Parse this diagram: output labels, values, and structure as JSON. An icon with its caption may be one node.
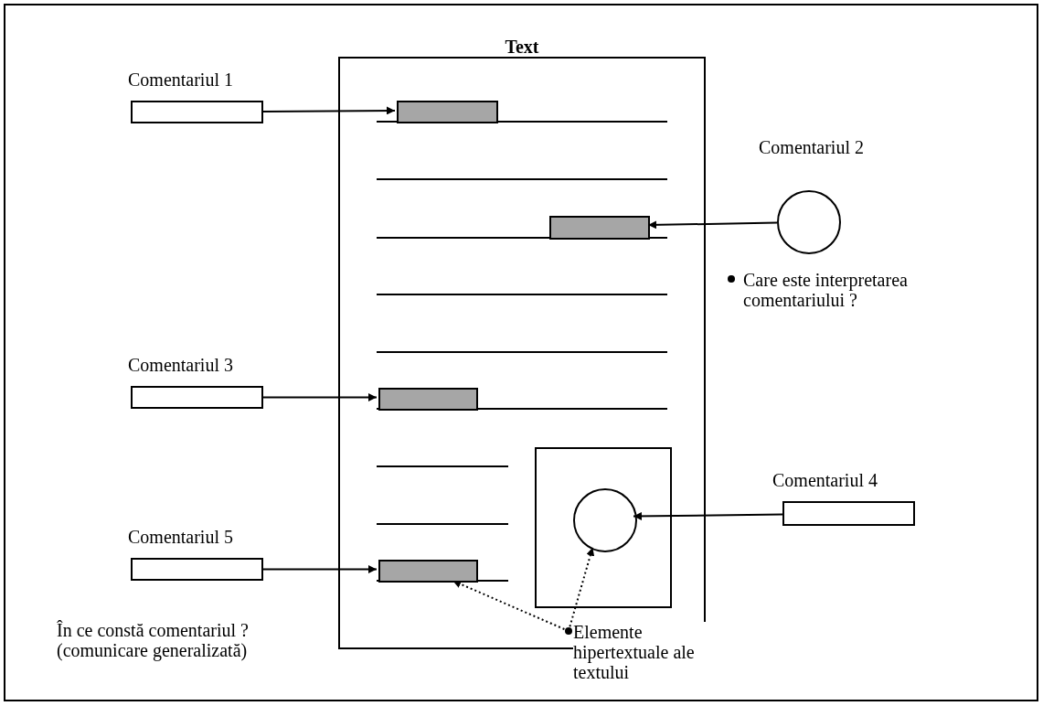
{
  "diagram": {
    "nodes": [
      {
        "text": [
          "Text"
        ]
      },
      {
        "text": [
          "Comentariul 1"
        ]
      },
      {
        "text": [],
        "shape": "bar",
        "in": 0
      },
      {
        "text": [
          "Comentariul 2"
        ],
        "beside": [
          "Care este interpretarea comentariului ?"
        ]
      },
      {
        "text": [],
        "shape": "bar",
        "in": 0
      },
      {
        "text": [
          "Comentariul 3"
        ]
      },
      {
        "text": [],
        "shape": "bar",
        "in": 0
      },
      {
        "text": [],
        "shape": "box",
        "in": 0
      },
      {
        "text": [],
        "shape": "circle",
        "in": 7
      },
      {
        "text": [
          "Comentariul 4"
        ]
      },
      {
        "text": [
          "Comentariul 5"
        ]
      },
      {
        "text": [],
        "shape": "bar",
        "in": 0
      },
      {
        "text": [
          "Elemente hipertextuale ale textului"
        ]
      }
    ],
    "edges": [
      {
        "from": 1,
        "to": 2,
        "arrow": "to"
      },
      {
        "from": 3,
        "to": 4,
        "arrow": "to"
      },
      {
        "from": 5,
        "to": 6,
        "arrow": "to"
      },
      {
        "from": 9,
        "to": 8,
        "arrow": "to"
      },
      {
        "from": 10,
        "to": 11,
        "arrow": "to"
      },
      {
        "from": 12,
        "to": 11,
        "arrow": "to",
        "style": "dashed"
      },
      {
        "from": 12,
        "to": 8,
        "arrow": "to",
        "style": "dashed"
      }
    ],
    "labels": [
      "În ce constă comentariul ? (comunicare generalizată)"
    ]
  }
}
